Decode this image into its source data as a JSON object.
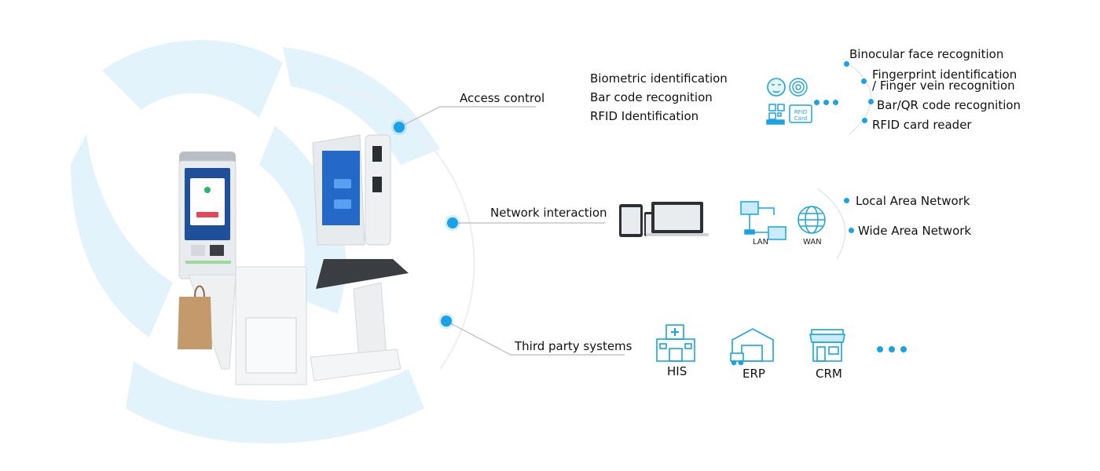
{
  "branches": {
    "access_control": {
      "label": "Access control",
      "methods": [
        "Biometric identification",
        "Bar code recognition",
        "RFID Identification"
      ],
      "icon_texts": {
        "rfid": "RFID Card"
      },
      "outputs": [
        "Binocular face recognition",
        "Fingerprint identification",
        "/ Finger vein recognition",
        "Bar/QR code recognition",
        "RFID card reader"
      ]
    },
    "network": {
      "label": "Network interaction",
      "lan_label": "LAN",
      "wan_label": "WAN",
      "outputs": [
        "Local Area Network",
        "Wide Area Network"
      ]
    },
    "third_party": {
      "label": "Third party systems",
      "systems": [
        "HIS",
        "ERP",
        "CRM"
      ]
    }
  },
  "colors": {
    "accent": "#19a3e6",
    "watermark": "#d7eef9",
    "line": "#b9b9b9"
  },
  "icons": [
    "face-icon",
    "fingerprint-icon",
    "qr-code-icon",
    "rfid-card-icon",
    "tablet-icon",
    "phone-icon",
    "laptop-icon",
    "lan-icon",
    "wan-globe-icon",
    "hospital-icon",
    "warehouse-icon",
    "store-icon"
  ]
}
